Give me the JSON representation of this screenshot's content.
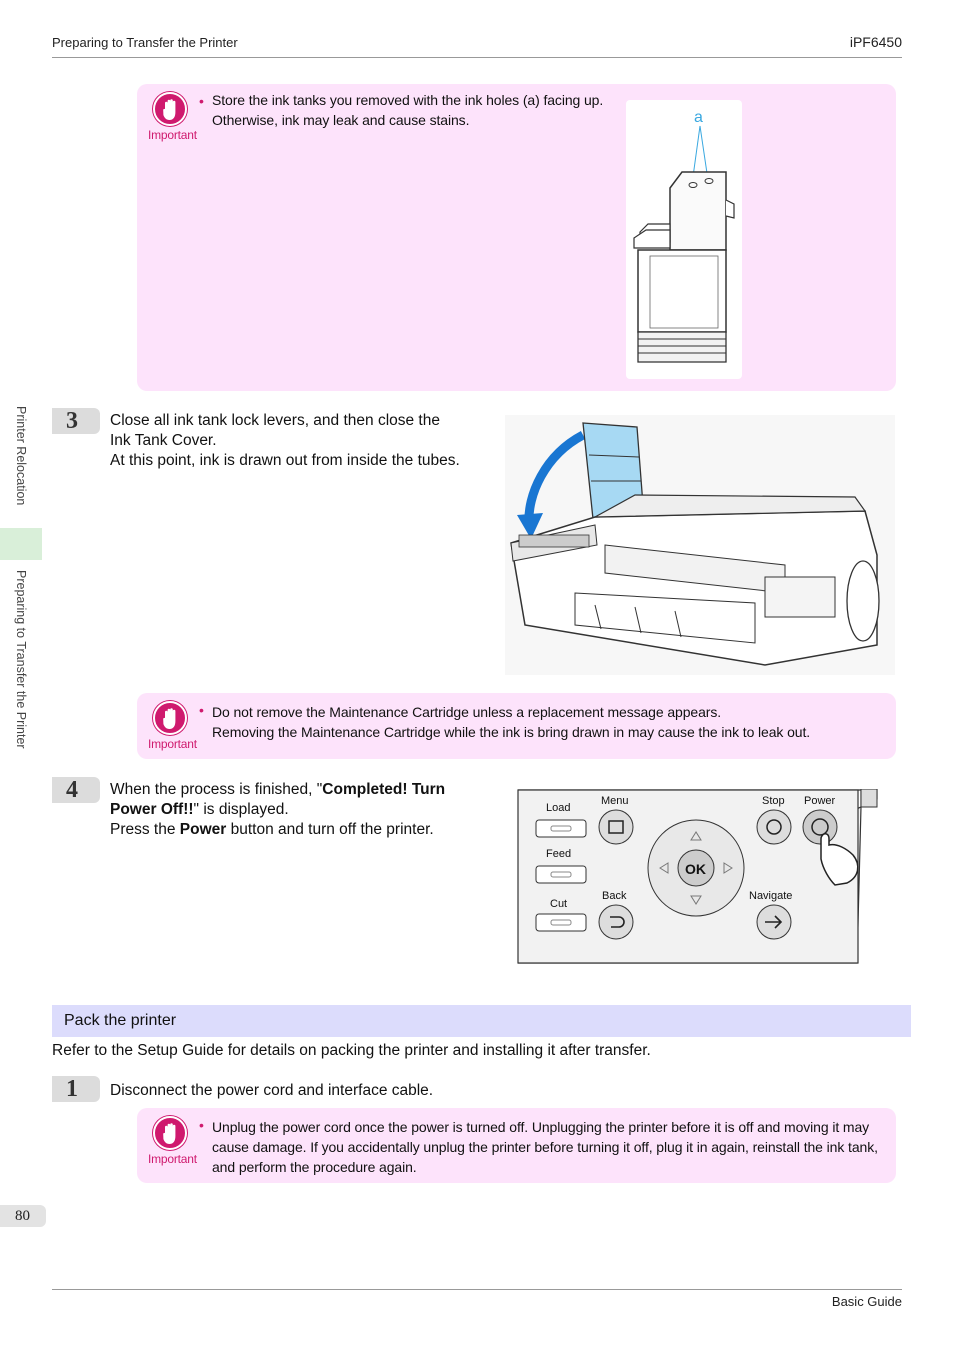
{
  "header": {
    "left": "Preparing to Transfer the Printer",
    "right": "iPF6450"
  },
  "sidebar": {
    "tab1": "Printer Relocation",
    "tab2": "Preparing to Transfer the Printer"
  },
  "important_label": "Important",
  "notes": [
    {
      "lines": [
        "Store the ink tanks you removed with the ink holes (a) facing up.",
        "Otherwise, ink may leak and cause stains."
      ]
    },
    {
      "lines": [
        "Do not remove the Maintenance Cartridge unless a replacement message appears.",
        "Removing the Maintenance Cartridge while the ink is bring drawn in may cause the ink to leak out."
      ]
    },
    {
      "lines": [
        "Unplug the power cord once the power is turned off. Unplugging the printer before it is off and moving it may",
        "cause damage. If you accidentally unplug the printer before turning it off, plug it in again, reinstall the ink tank,",
        "and perform the procedure again."
      ]
    }
  ],
  "ink_tank_label": "a",
  "steps": [
    {
      "num": "3",
      "lines": [
        "Close all ink tank lock levers, and then close the",
        "Ink Tank Cover.",
        "At this point, ink is drawn out from inside the tubes."
      ]
    },
    {
      "num": "4",
      "line1_pre": "When the process is finished, \"",
      "line1_bold": "Completed! Turn",
      "line2_bold": "Power Off!!",
      "line2_post": "\" is displayed.",
      "line3_pre": "Press the ",
      "line3_bold": "Power",
      "line3_post": " button and turn off the printer."
    },
    {
      "num": "1",
      "lines": [
        "Disconnect the power cord and interface cable."
      ]
    }
  ],
  "panel": {
    "load": "Load",
    "menu": "Menu",
    "stop": "Stop",
    "power": "Power",
    "feed": "Feed",
    "back": "Back",
    "cut": "Cut",
    "navigate": "Navigate",
    "ok": "OK"
  },
  "section": {
    "title": "Pack the printer",
    "intro": "Refer to the Setup Guide for details on packing the printer and installing it after transfer."
  },
  "footer": {
    "page": "80",
    "right": "Basic Guide"
  },
  "colors": {
    "important": "#cf1a6e",
    "note_bg": "#fde3fb",
    "section_bg": "#dcdcfc",
    "side_tab": "#d9efd9"
  }
}
